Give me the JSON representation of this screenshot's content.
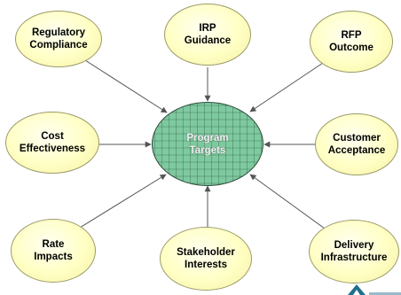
{
  "center": {
    "line1": "Program",
    "line2": "Targets"
  },
  "nodes": {
    "regulatory": {
      "line1": "Regulatory",
      "line2": "Compliance"
    },
    "irp": {
      "line1": "IRP",
      "line2": "Guidance"
    },
    "rfp": {
      "line1": "RFP",
      "line2": "Outcome"
    },
    "cost": {
      "line1": "Cost",
      "line2": "Effectiveness"
    },
    "customer": {
      "line1": "Customer",
      "line2": "Acceptance"
    },
    "rate": {
      "line1": "Rate",
      "line2": "Impacts"
    },
    "stakeholder": {
      "line1": "Stakeholder",
      "line2": "Interests"
    },
    "delivery": {
      "line1": "Delivery",
      "line2": "Infrastructure"
    }
  },
  "colors": {
    "outer_fill": "#ffffc4",
    "center_fill": "#7fc9a0",
    "arrow": "#555555",
    "logo": "#1f6f8b"
  }
}
